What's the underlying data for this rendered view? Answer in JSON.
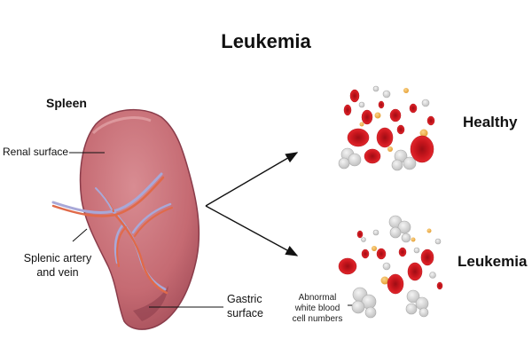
{
  "title": "Leukemia",
  "spleen": {
    "title": "Spleen",
    "renal_label": "Renal surface",
    "artery_label_line1": "Splenic artery",
    "artery_label_line2": "and vein",
    "gastric_label_line1": "Gastric",
    "gastric_label_line2": "surface"
  },
  "healthy": {
    "title": "Healthy"
  },
  "leukemia": {
    "title": "Leukemia",
    "annotation_line1": "Abnormal",
    "annotation_line2": "white blood",
    "annotation_line3": "cell numbers"
  },
  "colors": {
    "spleen_fill": "#c56a72",
    "spleen_dark": "#8a3c4a",
    "artery": "#e06a4a",
    "vein": "#a8a8d8",
    "red_cell": "#d41f26",
    "white_cell": "#d9d9d9",
    "platelet": "#f0b24a"
  }
}
